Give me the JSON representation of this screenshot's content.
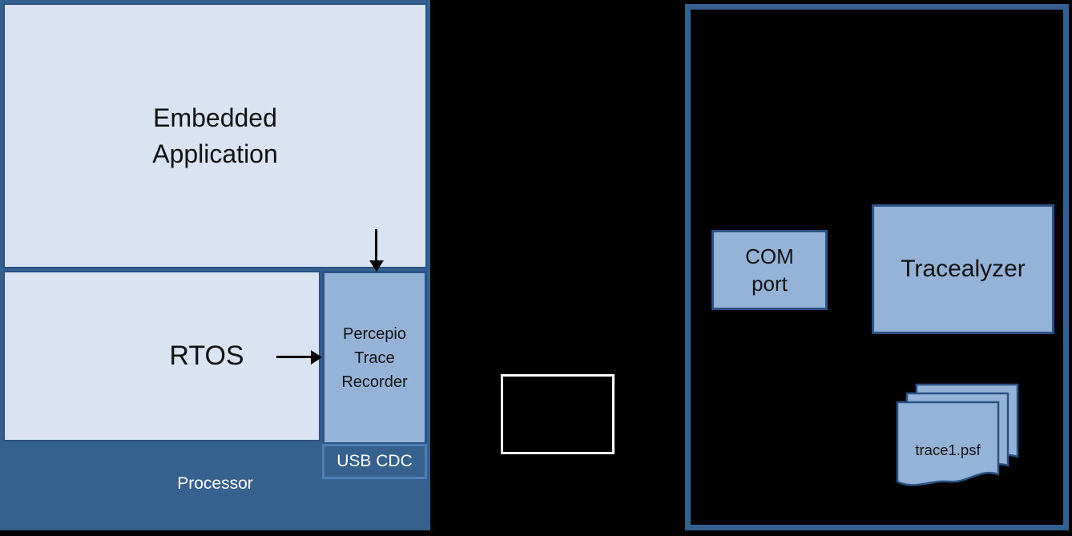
{
  "left_panel": {
    "app_line1": "Embedded",
    "app_line2": "Application",
    "rtos_label": "RTOS",
    "recorder_line1": "Percepio",
    "recorder_line2": "Trace",
    "recorder_line3": "Recorder",
    "usb_cdc_label": "USB CDC",
    "processor_label": "Processor"
  },
  "pc_panel": {
    "com_line1": "COM",
    "com_line2": "port",
    "tracealyzer_label": "Tracealyzer",
    "trace_file_label": "trace1.psf"
  },
  "colors": {
    "background": "#000000",
    "light_fill": "#DAE3F1",
    "medium_fill": "#95B3D7",
    "dark_fill": "#36618F",
    "box_border": "#2B5283",
    "usb_border": "#4E7FB7",
    "panel_border": "#365F91",
    "white_box_border": "#FFFFFF",
    "arrow_color": "#000000",
    "dark_text": "#111111",
    "light_text": "#FFFFFF"
  }
}
